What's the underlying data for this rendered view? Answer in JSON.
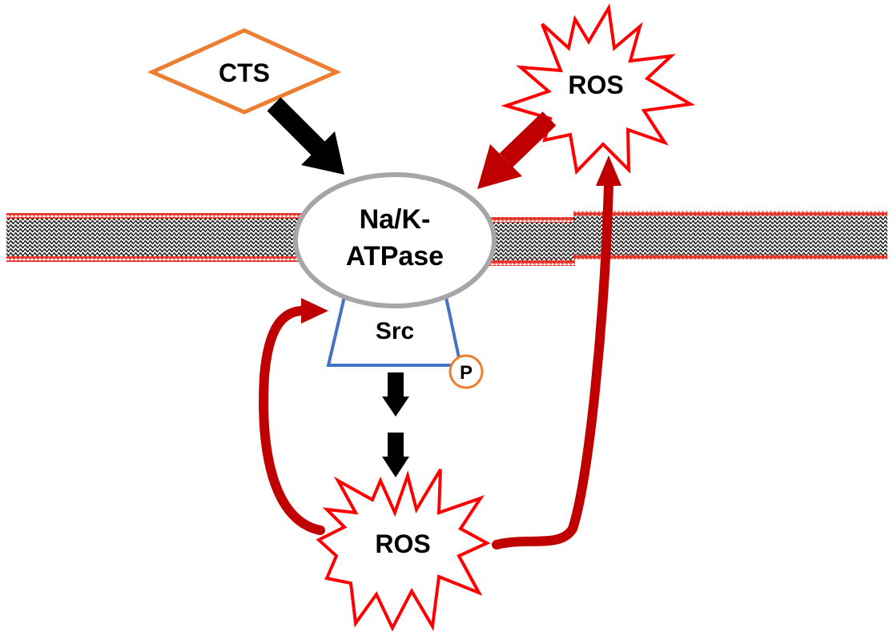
{
  "cts": {
    "label": "CTS"
  },
  "enzyme": {
    "line1": "Na/K-",
    "line2": "ATPase"
  },
  "src": {
    "label": "Src"
  },
  "phospho": {
    "label": "P"
  },
  "ros_top": {
    "label": "ROS"
  },
  "ros_bottom": {
    "label": "ROS"
  },
  "colors": {
    "membrane_heads": "#e8332a",
    "membrane_tails": "#222222",
    "cts_border": "#ed7d31",
    "enzyme_border": "#a6a6a6",
    "src_border": "#4472c4",
    "phospho_border": "#ed7d31",
    "ros_border": "#ff0000",
    "arrow_black": "#000000",
    "arrow_red": "#c00000"
  }
}
